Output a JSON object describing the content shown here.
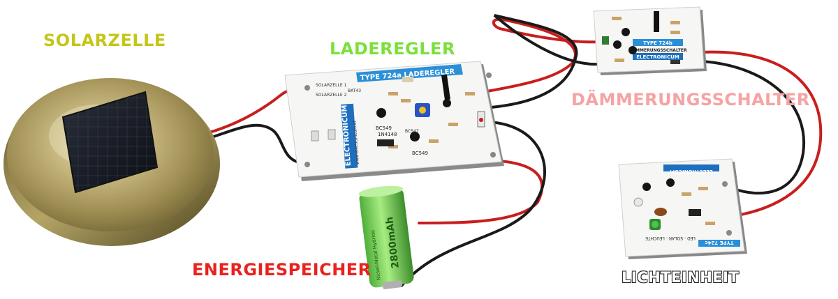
{
  "labels": {
    "solarzelle": "SOLARZELLE",
    "laderegler": "LADEREGLER",
    "daemmerungsschalter": "DÄMMERUNGSSCHALTER",
    "energiespeicher": "ENERGIESPEICHER",
    "lichteinheit": "LICHTEINHEIT"
  },
  "laderegler_board": {
    "title": "TYPE 724a  LADEREGLER",
    "brand": "ELECTRONICUM",
    "website": "www.electronicum.at",
    "solarzelle_1": "SOLARZELLE 1",
    "solarzelle_2": "SOLARZELLE 2",
    "diode_1": "BAT43",
    "diode_2": "1N4148",
    "transistor_1": "BC549",
    "transistor_2": "BC547",
    "transistor_3": "BC549"
  },
  "daemmerung_board": {
    "title": "TYPE 724b",
    "subtitle": "DÄMMERUNGSSCHALTER",
    "brand": "ELECTRONICUM"
  },
  "licht_board": {
    "title": "TYPE 724c",
    "subtitle": "LED - SOLAR - LEUCHTE",
    "brand": "ELECTRONICUM"
  },
  "battery": {
    "capacity": "2800mAh",
    "type": "Nickel-Metal Hydride"
  },
  "colors": {
    "solarzelle": "#c4c61a",
    "laderegler": "#7be03a",
    "daemmerungsschalter": "#f5a3a3",
    "energiespeicher": "#e8221e",
    "lichteinheit": "#ffffff",
    "wire_red": "#c81e1e",
    "wire_black": "#1a1a1a",
    "battery_green": "#8fd86a"
  }
}
